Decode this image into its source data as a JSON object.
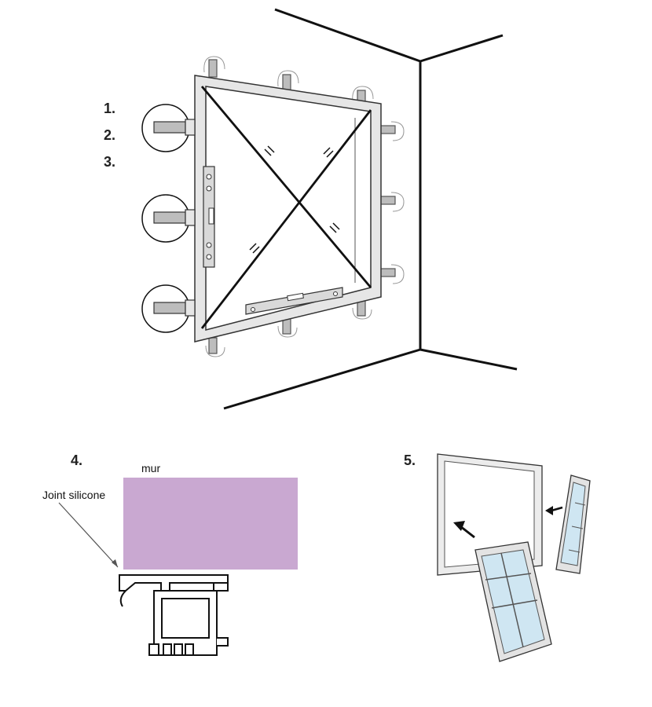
{
  "steps": [
    "1.",
    "2.",
    "3.",
    "4.",
    "5."
  ],
  "labels": {
    "wall": "mur",
    "joint": "Joint silicone"
  },
  "colors": {
    "wall_fill": "#c9a8d1",
    "frame_fill": "#d9d9d9",
    "glass_fill": "#cfe6f2",
    "line": "#111111"
  }
}
